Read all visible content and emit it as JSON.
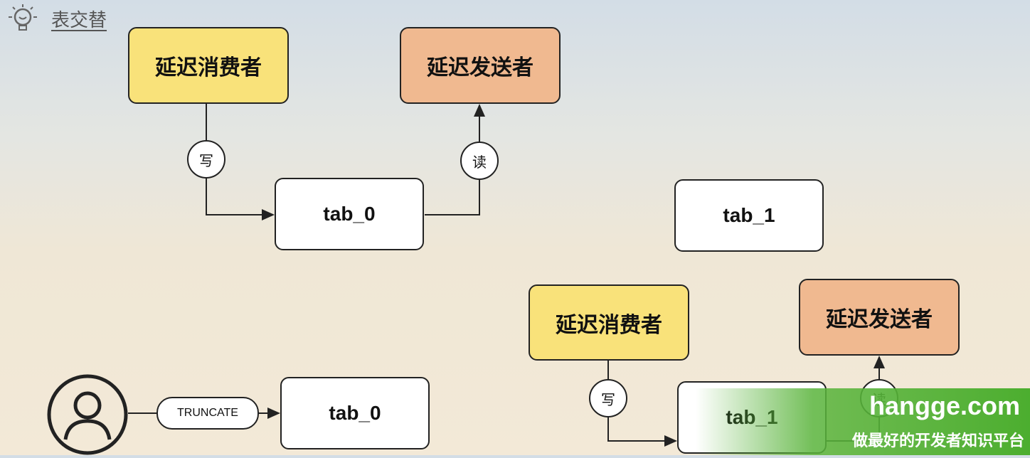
{
  "header": {
    "title": "表交替",
    "icon": "lightbulb-icon"
  },
  "diagram": {
    "top_left": {
      "consumer": "延迟消费者",
      "sender": "延迟发送者",
      "table": "tab_0",
      "write_label": "写",
      "read_label": "读"
    },
    "top_right": {
      "table": "tab_1"
    },
    "bottom_left": {
      "user_icon": "user-icon",
      "action": "TRUNCATE",
      "table": "tab_0"
    },
    "bottom_right": {
      "consumer": "延迟消费者",
      "sender": "延迟发送者",
      "table": "tab_1",
      "write_label": "写",
      "read_label": "读"
    }
  },
  "watermark": {
    "site": "hangge.com",
    "slogan": "做最好的开发者知识平台",
    "color": "#4cae2f"
  }
}
